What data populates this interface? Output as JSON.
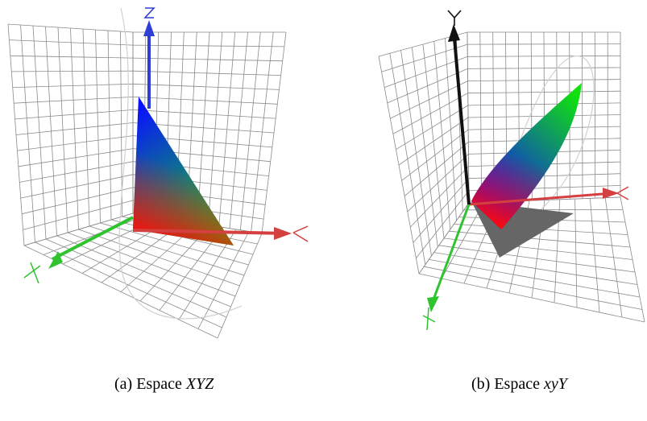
{
  "panels": [
    {
      "id": "a",
      "caption_label": "(a) Espace",
      "caption_symbol": "XYZ",
      "axes": [
        "X",
        "Y",
        "Z"
      ]
    },
    {
      "id": "b",
      "caption_label": "(b) Espace",
      "caption_symbol": "xyY",
      "axes": [
        "x",
        "y",
        "Y"
      ]
    }
  ],
  "axis_colors": {
    "x": "#d43f3f",
    "y": "#2fc42f",
    "z": "#2f3fd6",
    "Y_axis_b": "#111111"
  },
  "grid_color": "#888888"
}
